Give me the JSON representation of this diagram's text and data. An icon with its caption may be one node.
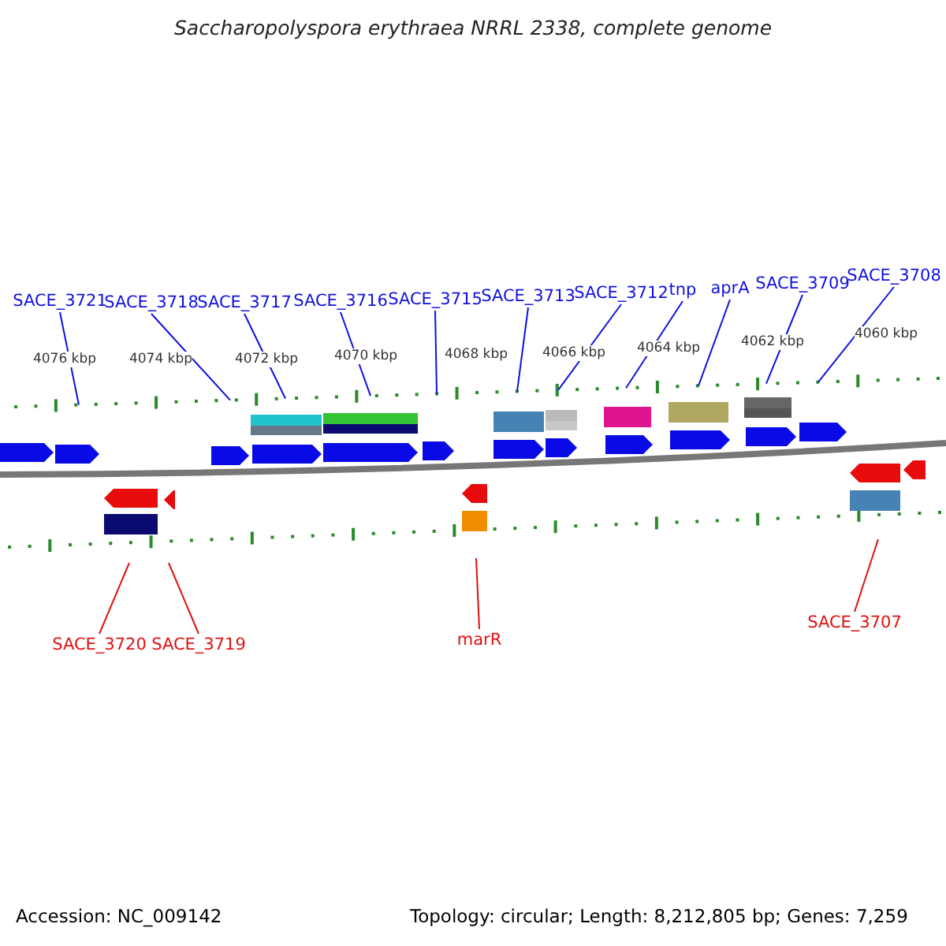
{
  "diagram": {
    "title": "Saccharopolyspora erythraea NRRL 2338, complete genome",
    "nodes": [
      {
        "text": [
          "SACE_3721"
        ]
      },
      {
        "text": [
          "SACE_3718"
        ]
      },
      {
        "text": [
          "SACE_3717"
        ]
      },
      {
        "text": [
          "SACE_3716"
        ]
      },
      {
        "text": [
          "SACE_3715"
        ]
      },
      {
        "text": [
          "SACE_3713"
        ]
      },
      {
        "text": [
          "SACE_3712"
        ]
      },
      {
        "text": [
          "tnp"
        ]
      },
      {
        "text": [
          "aprA"
        ]
      },
      {
        "text": [
          "SACE_3709"
        ]
      },
      {
        "text": [
          "SACE_3708"
        ]
      },
      {
        "text": [
          "SACE_3720"
        ]
      },
      {
        "text": [
          "SACE_3719"
        ]
      },
      {
        "text": [
          "marR"
        ]
      },
      {
        "text": [
          "SACE_3707"
        ]
      }
    ],
    "edges": [
      {
        "from": 0,
        "to": null,
        "arrow": "none"
      },
      {
        "from": 1,
        "to": null,
        "arrow": "none"
      },
      {
        "from": 2,
        "to": null,
        "arrow": "none"
      },
      {
        "from": 3,
        "to": null,
        "arrow": "none"
      },
      {
        "from": 4,
        "to": null,
        "arrow": "none"
      },
      {
        "from": 5,
        "to": null,
        "arrow": "none"
      },
      {
        "from": 6,
        "to": null,
        "arrow": "none"
      },
      {
        "from": 7,
        "to": null,
        "arrow": "none"
      },
      {
        "from": 8,
        "to": null,
        "arrow": "none"
      },
      {
        "from": 9,
        "to": null,
        "arrow": "none"
      },
      {
        "from": 10,
        "to": null,
        "arrow": "none"
      },
      {
        "from": 11,
        "to": null,
        "arrow": "none",
        "color": "#e01010"
      },
      {
        "from": 12,
        "to": null,
        "arrow": "none",
        "color": "#e01010"
      },
      {
        "from": 13,
        "to": null,
        "arrow": "none",
        "color": "#e01010"
      },
      {
        "from": 14,
        "to": null,
        "arrow": "none",
        "color": "#e01010"
      }
    ],
    "labels": [
      "4076 kbp",
      "4074 kbp",
      "4072 kbp",
      "4070 kbp",
      "4068 kbp",
      "4066 kbp",
      "4064 kbp",
      "4062 kbp",
      "4060 kbp",
      "Accession: NC_009142",
      "Topology: circular; Length: 8,212,805 bp; Genes: 7,259"
    ]
  }
}
